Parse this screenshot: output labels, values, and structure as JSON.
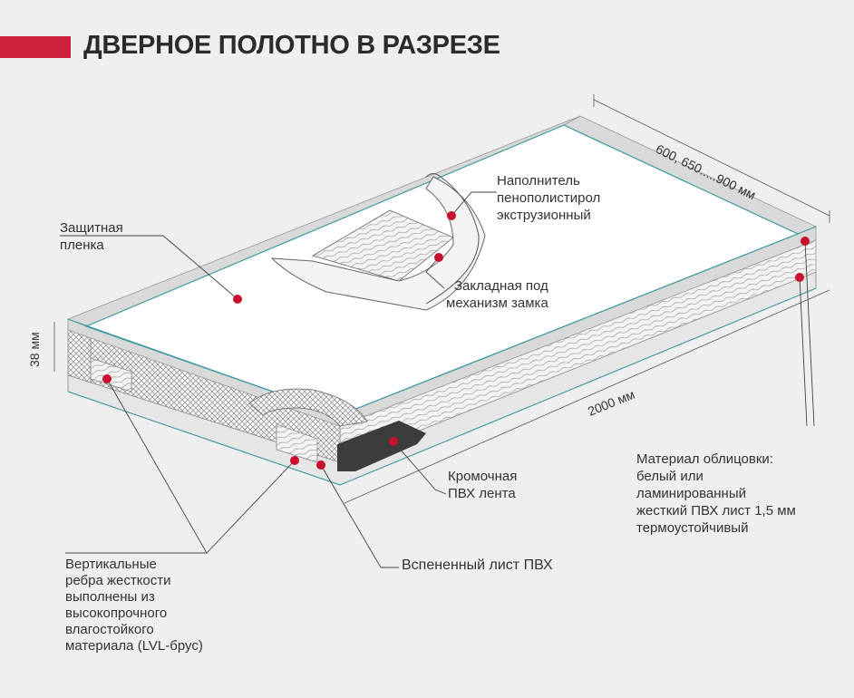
{
  "header": {
    "title": "ДВЕРНОЕ ПОЛОТНО В РАЗРЕЗЕ",
    "accent_color": "#d0213b"
  },
  "dimensions": {
    "width": "600, 650.....900 мм",
    "length": "2000 мм",
    "thickness": "38 мм"
  },
  "labels": {
    "protective_film": [
      "Защитная",
      "пленка"
    ],
    "filler": [
      "Наполнитель",
      "пенополистирол",
      "экструзионный"
    ],
    "lock_insert": [
      "Закладная под",
      "механизм замка"
    ],
    "edge_tape": [
      "Кромочная",
      "ПВХ лента"
    ],
    "foamed_sheet": "Вспененный лист ПВХ",
    "cladding": [
      "Материал облицовки:",
      "белый или",
      "ламинированный",
      "жесткий ПВХ лист 1,5 мм",
      "термоустойчивый"
    ],
    "ribs": [
      "Вертикальные",
      "ребра жесткости",
      "выполнены из",
      "высокопрочного",
      "влагостойкого",
      "материала (LVL-брус)"
    ]
  },
  "colors": {
    "marker": "#c8102e",
    "panel_face": "#ffffff",
    "edge_band": "#d9d9d9",
    "teal_line": "#3a9aa0",
    "foam_sheet": "#3c3c3c"
  }
}
